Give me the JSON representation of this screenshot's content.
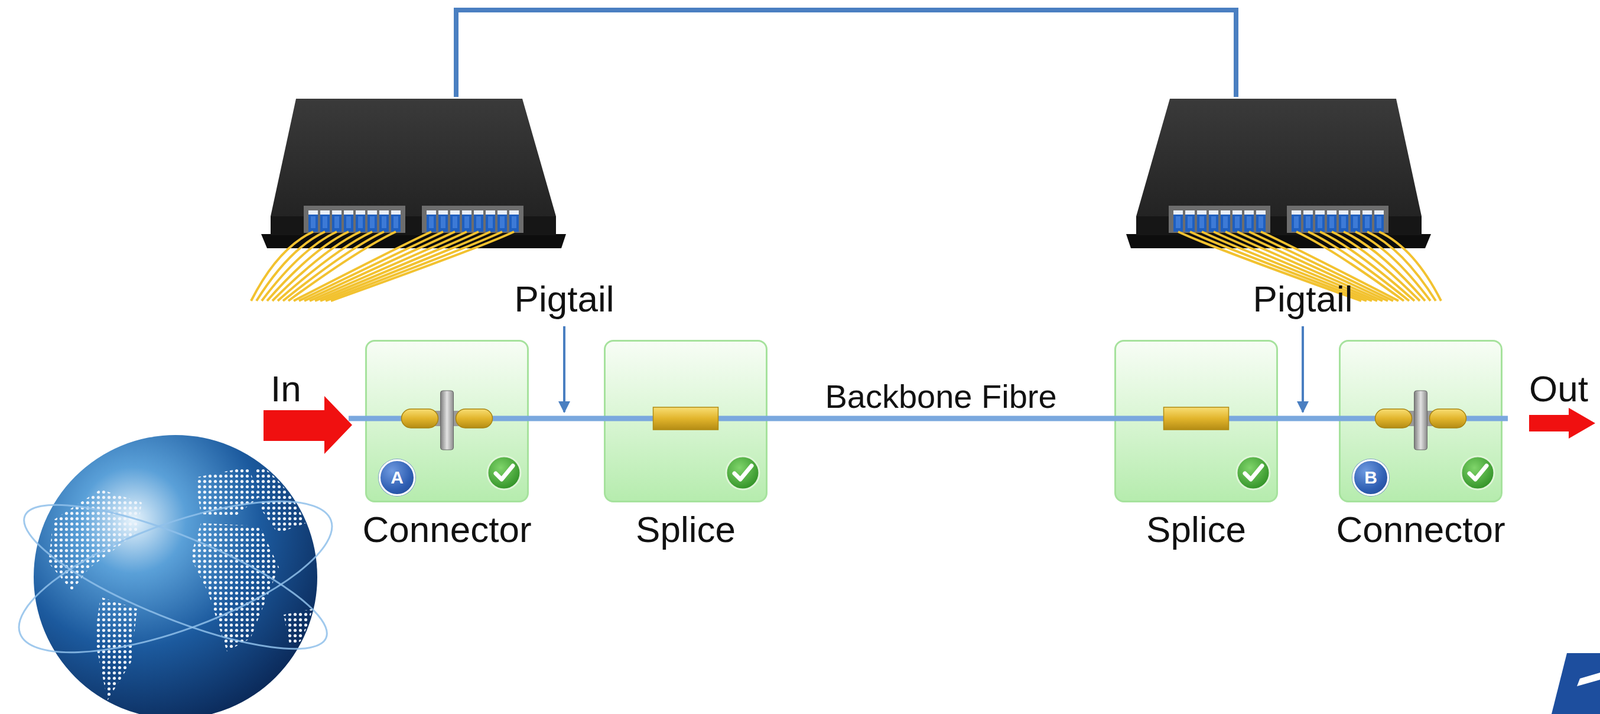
{
  "diagram": {
    "nodes": [
      {
        "text": [
          "Connector"
        ]
      },
      {
        "text": [
          "A"
        ],
        "in": 0
      },
      {
        "text": [
          "Splice"
        ]
      },
      {
        "text": [
          "Splice"
        ]
      },
      {
        "text": [
          "Connector"
        ]
      },
      {
        "text": [
          "B"
        ],
        "in": 4
      }
    ],
    "edges": [
      {
        "from": 0,
        "to": 2,
        "arrow": "none"
      },
      {
        "from": 2,
        "to": 3,
        "arrow": "none",
        "label": "Backbone Fibre"
      },
      {
        "from": 3,
        "to": 4,
        "arrow": "none"
      }
    ],
    "labels": [
      "In",
      "Out",
      "Pigtail",
      "Pigtail"
    ]
  }
}
